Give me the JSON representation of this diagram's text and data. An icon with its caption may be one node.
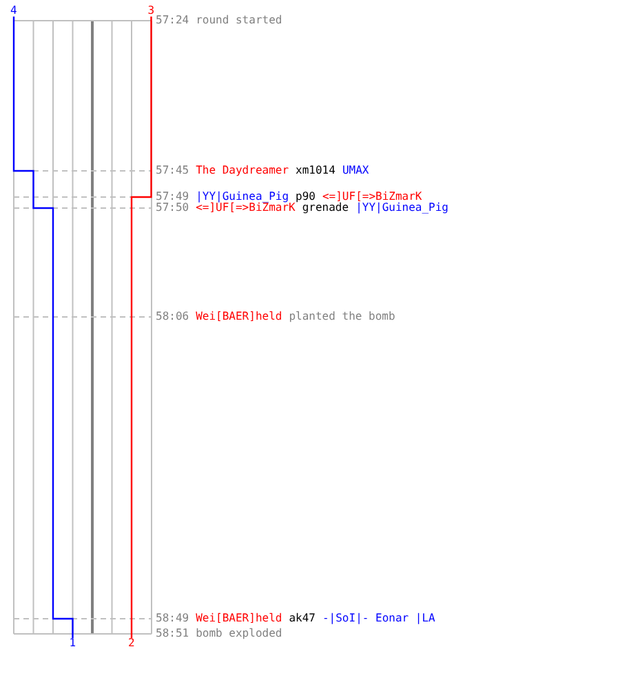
{
  "diagram": {
    "labels": [
      "4",
      "3",
      "57:24",
      "round started",
      "57:45",
      "The Daydreamer",
      "xm1014",
      "UMAX",
      "57:49",
      "|YY|Guinea_Pig",
      "p90",
      "<=]UF[=>BiZmarK",
      "57:50",
      "<=]UF[=>BiZmarK",
      "grenade",
      "|YY|Guinea_Pig",
      "58:06",
      "Wei[BAER]held",
      "planted the bomb",
      "58:49",
      "Wei[BAER]held",
      "ak47",
      "-|SoI|- Eonar |LA",
      "58:51",
      "bomb exploded",
      "1",
      "2"
    ]
  }
}
